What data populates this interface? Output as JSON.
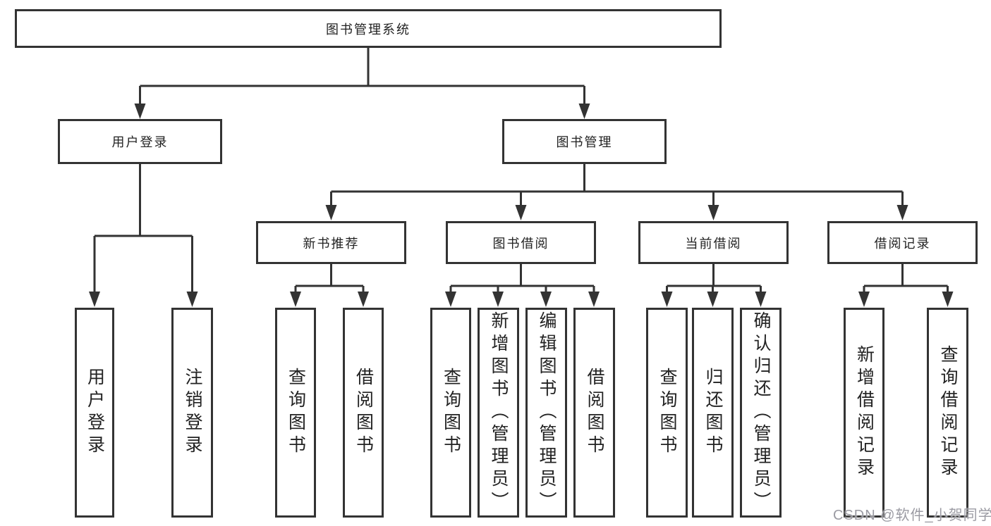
{
  "diagram": {
    "title": "图书管理系统",
    "root": {
      "label": "图书管理系统"
    },
    "level2": [
      {
        "label": "用户登录"
      },
      {
        "label": "图书管理"
      }
    ],
    "level3": [
      {
        "label": "新书推荐"
      },
      {
        "label": "图书借阅"
      },
      {
        "label": "当前借阅"
      },
      {
        "label": "借阅记录"
      }
    ],
    "leaves": {
      "login": [
        "用户登录",
        "注销登录"
      ],
      "recommend": [
        "查询图书",
        "借阅图书"
      ],
      "borrow": [
        "查询图书",
        "新增图书（管理员）",
        "编辑图书（管理员）",
        "借阅图书"
      ],
      "current": [
        "查询图书",
        "归还图书",
        "确认归还（管理员）"
      ],
      "records": [
        "新增借阅记录",
        "查询借阅记录"
      ]
    },
    "colors": {
      "line": "#333333",
      "box_border": "#333333",
      "box_background": "#ffffff",
      "text": "#222222",
      "watermark": "#9b9ba3"
    },
    "watermark": {
      "text": "CSDN @软件_小贺同学"
    }
  }
}
